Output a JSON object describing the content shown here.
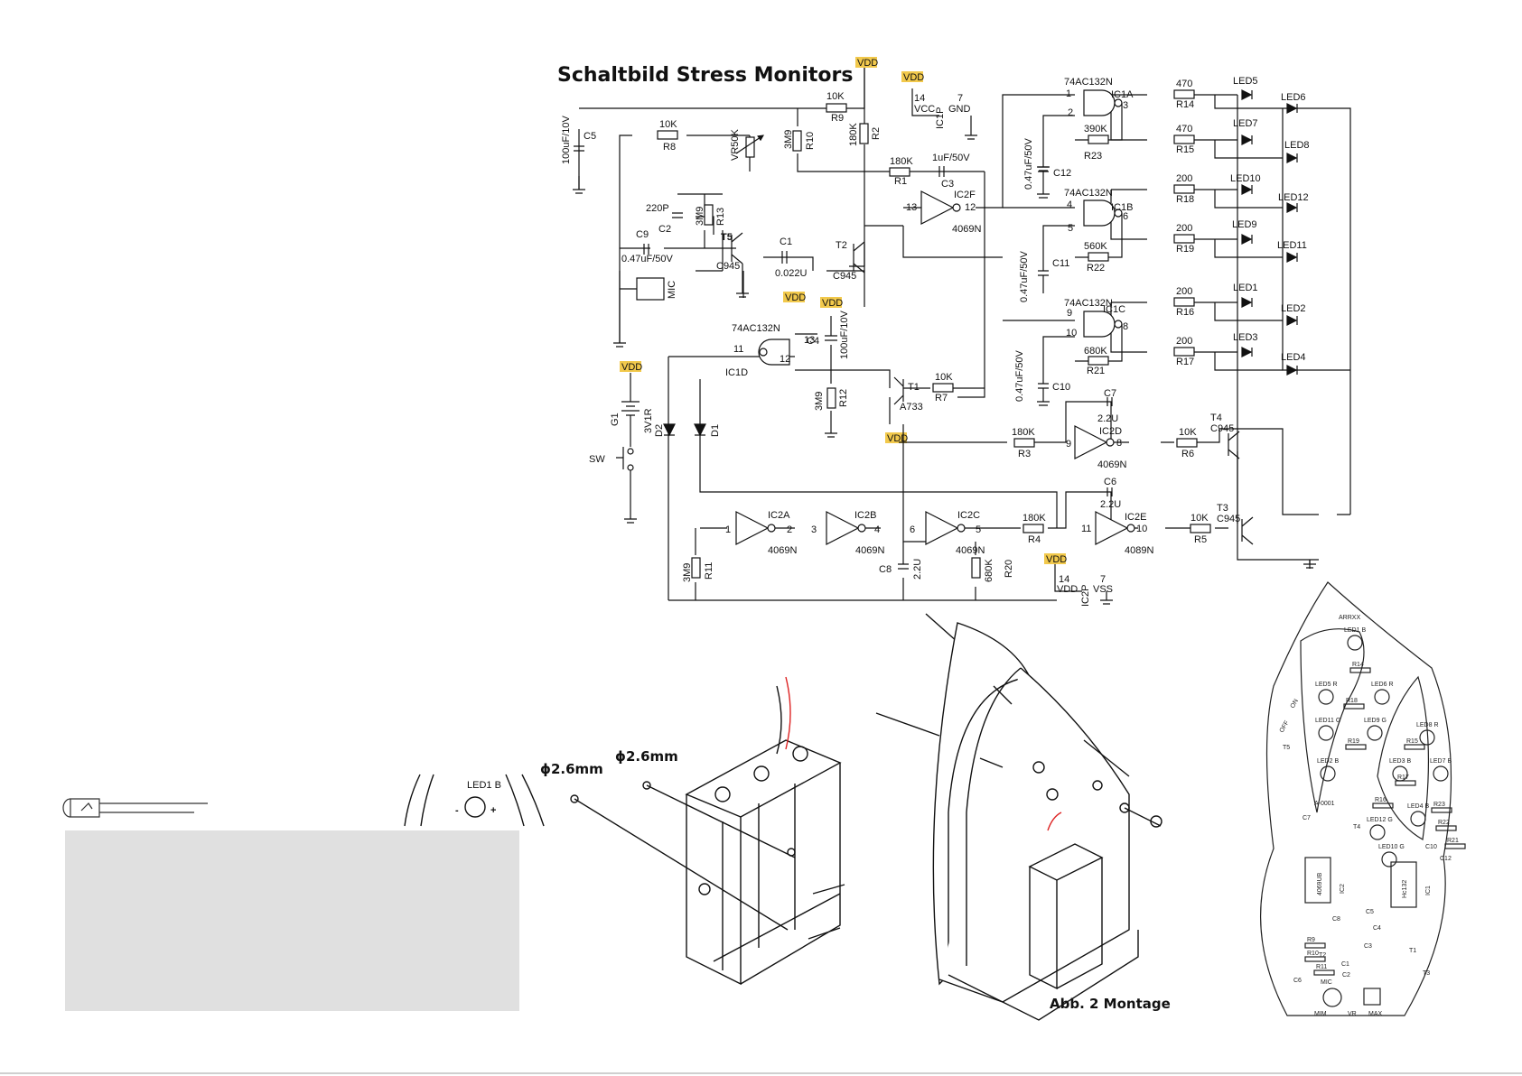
{
  "schematic": {
    "title": "Schaltbild Stress Monitors",
    "supply_tag": "VDD",
    "components": {
      "c5": {
        "ref": "C5",
        "value": "100uF/10V"
      },
      "r8": {
        "ref": "R8",
        "value": "10K"
      },
      "r9": {
        "ref": "R9",
        "value": "10K"
      },
      "vr": {
        "ref": "VR50K"
      },
      "r10": {
        "ref": "R10",
        "value": "3M9"
      },
      "r2": {
        "ref": "R2",
        "value": "180K"
      },
      "r1": {
        "ref": "R1",
        "value": "180K"
      },
      "c3": {
        "ref": "C3",
        "value": "1uF/50V"
      },
      "c2": {
        "ref": "C2",
        "value": "220P"
      },
      "r13": {
        "ref": "R13",
        "value": "3M9"
      },
      "t5": {
        "ref": "T5",
        "value": "C945"
      },
      "c9": {
        "ref": "C9",
        "value": "0.47uF/50V"
      },
      "c1": {
        "ref": "C1",
        "value": "0.022U"
      },
      "t2": {
        "ref": "T2",
        "value": "C945"
      },
      "mic": {
        "ref": "MIC"
      },
      "ic2f": {
        "ref": "IC2F",
        "part": "4069N",
        "pin_in": "13",
        "pin_out": "12"
      },
      "ic1p": {
        "ref": "IC1P",
        "pin_vcc": "14",
        "vcc": "VCC",
        "pin_gnd": "7",
        "gnd": "GND"
      },
      "ic1a": {
        "ref": "IC1A",
        "part": "74AC132N",
        "p1": "1",
        "p2": "2",
        "p3": "3"
      },
      "r23": {
        "ref": "R23",
        "value": "390K"
      },
      "c12": {
        "ref": "C12",
        "value": "0.47uF/50V"
      },
      "r14": {
        "ref": "R14",
        "value": "470"
      },
      "r15": {
        "ref": "R15",
        "value": "470"
      },
      "led5": "LED5",
      "led6": "LED6",
      "led7": "LED7",
      "led8": "LED8",
      "ic1b": {
        "ref": "IC1B",
        "part": "74AC132N",
        "p4": "4",
        "p5": "5",
        "p6": "6"
      },
      "r22": {
        "ref": "R22",
        "value": "560K"
      },
      "c11": {
        "ref": "C11",
        "value": "0.47uF/50V"
      },
      "r18": {
        "ref": "R18",
        "value": "200"
      },
      "r19": {
        "ref": "R19",
        "value": "200"
      },
      "led10": "LED10",
      "led12": "LED12",
      "led9": "LED9",
      "led11": "LED11",
      "ic1c": {
        "ref": "IC1C",
        "part": "74AC132N",
        "p9": "9",
        "p10": "10",
        "p8": "8"
      },
      "r21": {
        "ref": "R21",
        "value": "680K"
      },
      "c10": {
        "ref": "C10",
        "value": "0.47uF/50V"
      },
      "r16": {
        "ref": "R16",
        "value": "200"
      },
      "r17": {
        "ref": "R17",
        "value": "200"
      },
      "led1": "LED1",
      "led2": "LED2",
      "led3": "LED3",
      "led4": "LED4",
      "ic1d": {
        "ref": "IC1D",
        "part": "74AC132N",
        "p11": "11",
        "p12": "12",
        "p13": "13"
      },
      "c4": {
        "ref": "C4",
        "value": "100uF/10V"
      },
      "r12": {
        "ref": "R12",
        "value": "3M9"
      },
      "t1": {
        "ref": "T1",
        "value": "A733"
      },
      "r7": {
        "ref": "R7",
        "value": "10K"
      },
      "g1": {
        "ref": "G1",
        "value": "3V1R"
      },
      "sw": {
        "ref": "SW"
      },
      "d1": "D1",
      "d2": "D2",
      "c7": {
        "ref": "C7",
        "value": "2.2U"
      },
      "ic2d": {
        "ref": "IC2D",
        "part": "4069N",
        "p9": "9",
        "p8": "8"
      },
      "r3": {
        "ref": "R3",
        "value": "180K"
      },
      "r6": {
        "ref": "R6",
        "value": "10K"
      },
      "t4": {
        "ref": "T4",
        "value": "C945"
      },
      "c6": {
        "ref": "C6",
        "value": "2.2U"
      },
      "ic2e": {
        "ref": "IC2E",
        "part": "4089N",
        "p11": "11",
        "p10": "10"
      },
      "r4": {
        "ref": "R4",
        "value": "180K"
      },
      "r5": {
        "ref": "R5",
        "value": "10K"
      },
      "t3": {
        "ref": "T3",
        "value": "C945"
      },
      "ic2a": {
        "ref": "IC2A",
        "part": "4069N",
        "p1": "1",
        "p2": "2"
      },
      "ic2b": {
        "ref": "IC2B",
        "part": "4069N",
        "p3": "3",
        "p4": "4"
      },
      "ic2c": {
        "ref": "IC2C",
        "part": "4069N",
        "p6": "6",
        "p5": "5"
      },
      "r11": {
        "ref": "R11",
        "value": "3M9"
      },
      "c8": {
        "ref": "C8",
        "value": "2.2U"
      },
      "r20": {
        "ref": "R20",
        "value": "680K"
      },
      "ic2p": {
        "ref": "IC2P",
        "pin_vdd": "14",
        "vdd": "VDD",
        "pin_vss": "7",
        "vss": "VSS"
      }
    }
  },
  "led_part": {
    "label": "LED1 B",
    "minus": "-",
    "plus": "+"
  },
  "assembly": {
    "screw_dia_1": "ϕ2.6mm",
    "screw_dia_2": "ϕ2.6mm",
    "caption": "Abb. 2 Montage"
  },
  "pcb": {
    "brand": "ARRXX",
    "board_id": "A-0001",
    "ic_left": "4069UB",
    "ic_left_ref": "IC2",
    "ic_right": "Hc132",
    "ic_right_ref": "IC1",
    "on": "ON",
    "off": "OFF",
    "led_labels": [
      "LED1 B",
      "LED5 R",
      "LED6 R",
      "LED11 G",
      "LED9 G",
      "LED2 B",
      "LED8 R",
      "LED3 B",
      "LED7 B",
      "LED4 B",
      "LED12 G",
      "LED10 G"
    ],
    "res_labels": [
      "R14",
      "R18",
      "R19",
      "R15",
      "R17",
      "R16",
      "R23",
      "R22",
      "R21",
      "R9",
      "R10",
      "R11"
    ],
    "misc_labels": [
      "T4",
      "C7",
      "C6",
      "C5",
      "C4",
      "C3",
      "C2",
      "C1",
      "C10",
      "C12",
      "C8",
      "T1",
      "T2",
      "T3",
      "T5",
      "MIC"
    ],
    "bottom_labels": [
      "MIM",
      "VR",
      "MAX"
    ]
  }
}
